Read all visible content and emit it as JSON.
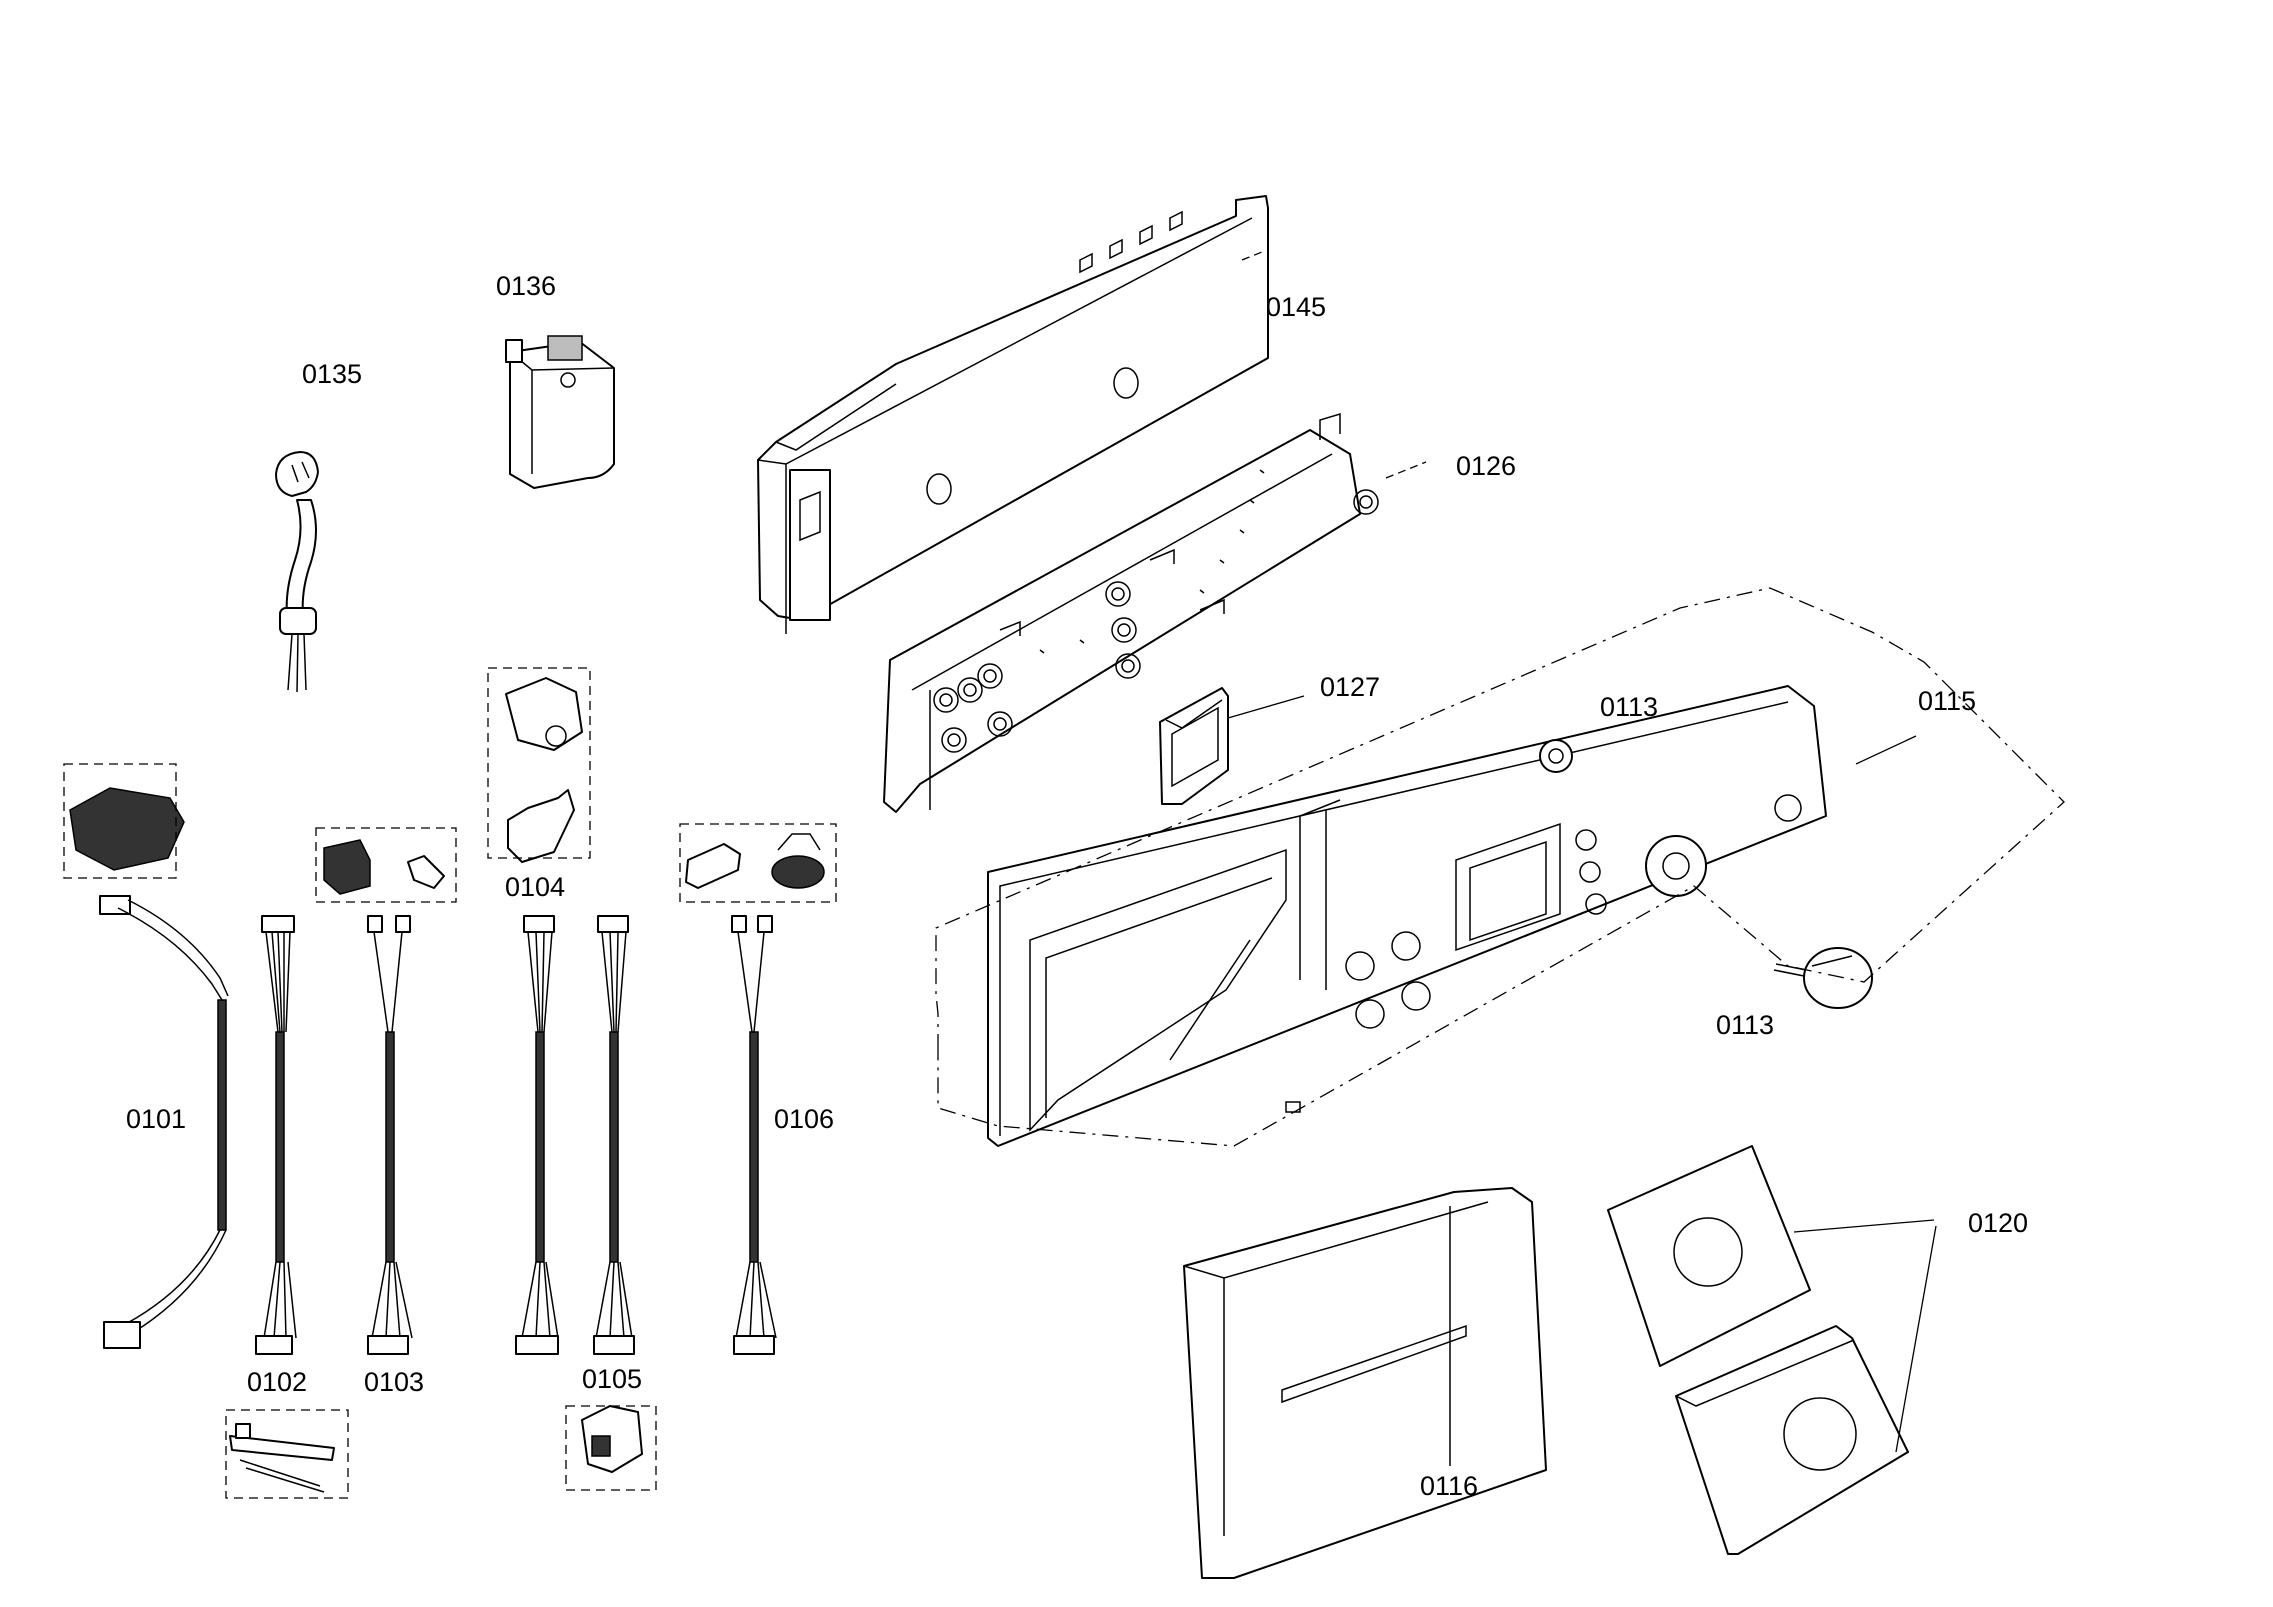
{
  "labels": {
    "l0101": "0101",
    "l0102": "0102",
    "l0103": "0103",
    "l0104": "0104",
    "l0105": "0105",
    "l0106": "0106",
    "l0113a": "0113",
    "l0113b": "0113",
    "l0115": "0115",
    "l0116": "0116",
    "l0120": "0120",
    "l0126": "0126",
    "l0127": "0127",
    "l0135": "0135",
    "l0136": "0136",
    "l0145": "0145"
  }
}
